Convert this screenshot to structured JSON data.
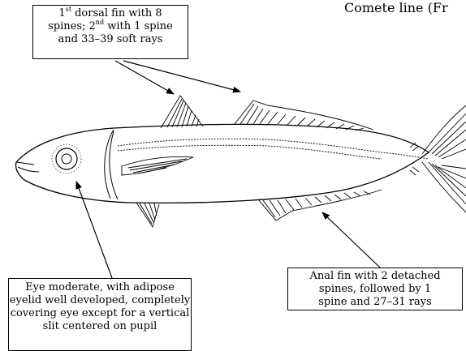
{
  "title_fragment": "Comete line (Fr",
  "labels": {
    "dorsal": {
      "line1_pre": "1",
      "line1_sup": "st",
      "line1_post": " dorsal fin with 8",
      "line2_pre": "spines; 2",
      "line2_sup": "nd",
      "line2_post": " with 1 spine",
      "line3": "and 33–39 soft rays"
    },
    "anal": {
      "line1": "Anal fin with 2 detached",
      "line2": "spines, followed by 1",
      "line3": "spine and 27–31 rays"
    },
    "eye": {
      "line1": "Eye moderate, with adipose",
      "line2": "eyelid well developed, completely",
      "line3": "covering eye except for a vertical",
      "line4": "slit centered on pupil"
    }
  }
}
